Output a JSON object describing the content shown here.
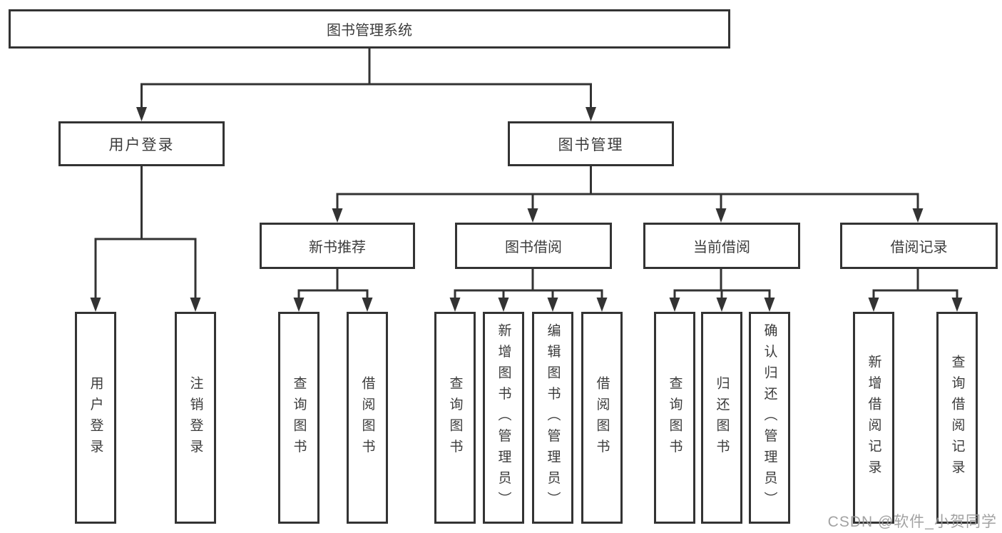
{
  "diagram": {
    "type": "hierarchy",
    "root": {
      "label": "图书管理系统"
    },
    "level2": [
      {
        "label": "用户登录"
      },
      {
        "label": "图书管理"
      }
    ],
    "level3": [
      {
        "label": "新书推荐",
        "parent": "图书管理"
      },
      {
        "label": "图书借阅",
        "parent": "图书管理"
      },
      {
        "label": "当前借阅",
        "parent": "图书管理"
      },
      {
        "label": "借阅记录",
        "parent": "图书管理"
      }
    ],
    "leaves": [
      {
        "label": "用户登录",
        "parent": "用户登录"
      },
      {
        "label": "注销登录",
        "parent": "用户登录"
      },
      {
        "label": "查询图书",
        "parent": "新书推荐"
      },
      {
        "label": "借阅图书",
        "parent": "新书推荐"
      },
      {
        "label": "查询图书",
        "parent": "图书借阅"
      },
      {
        "label": "新增图书（管理员）",
        "parent": "图书借阅"
      },
      {
        "label": "编辑图书（管理员）",
        "parent": "图书借阅"
      },
      {
        "label": "借阅图书",
        "parent": "图书借阅"
      },
      {
        "label": "查询图书",
        "parent": "当前借阅"
      },
      {
        "label": "归还图书",
        "parent": "当前借阅"
      },
      {
        "label": "确认归还（管理员）",
        "parent": "当前借阅"
      },
      {
        "label": "新增借阅记录",
        "parent": "借阅记录"
      },
      {
        "label": "查询借阅记录",
        "parent": "借阅记录"
      }
    ]
  },
  "watermark": {
    "text": "CSDN @软件_小贺同学"
  },
  "colors": {
    "line": "#333333",
    "text": "#3c3c3c",
    "box_fill": "#ffffff",
    "watermark": "#9b9b9b",
    "background": "#ffffff"
  }
}
